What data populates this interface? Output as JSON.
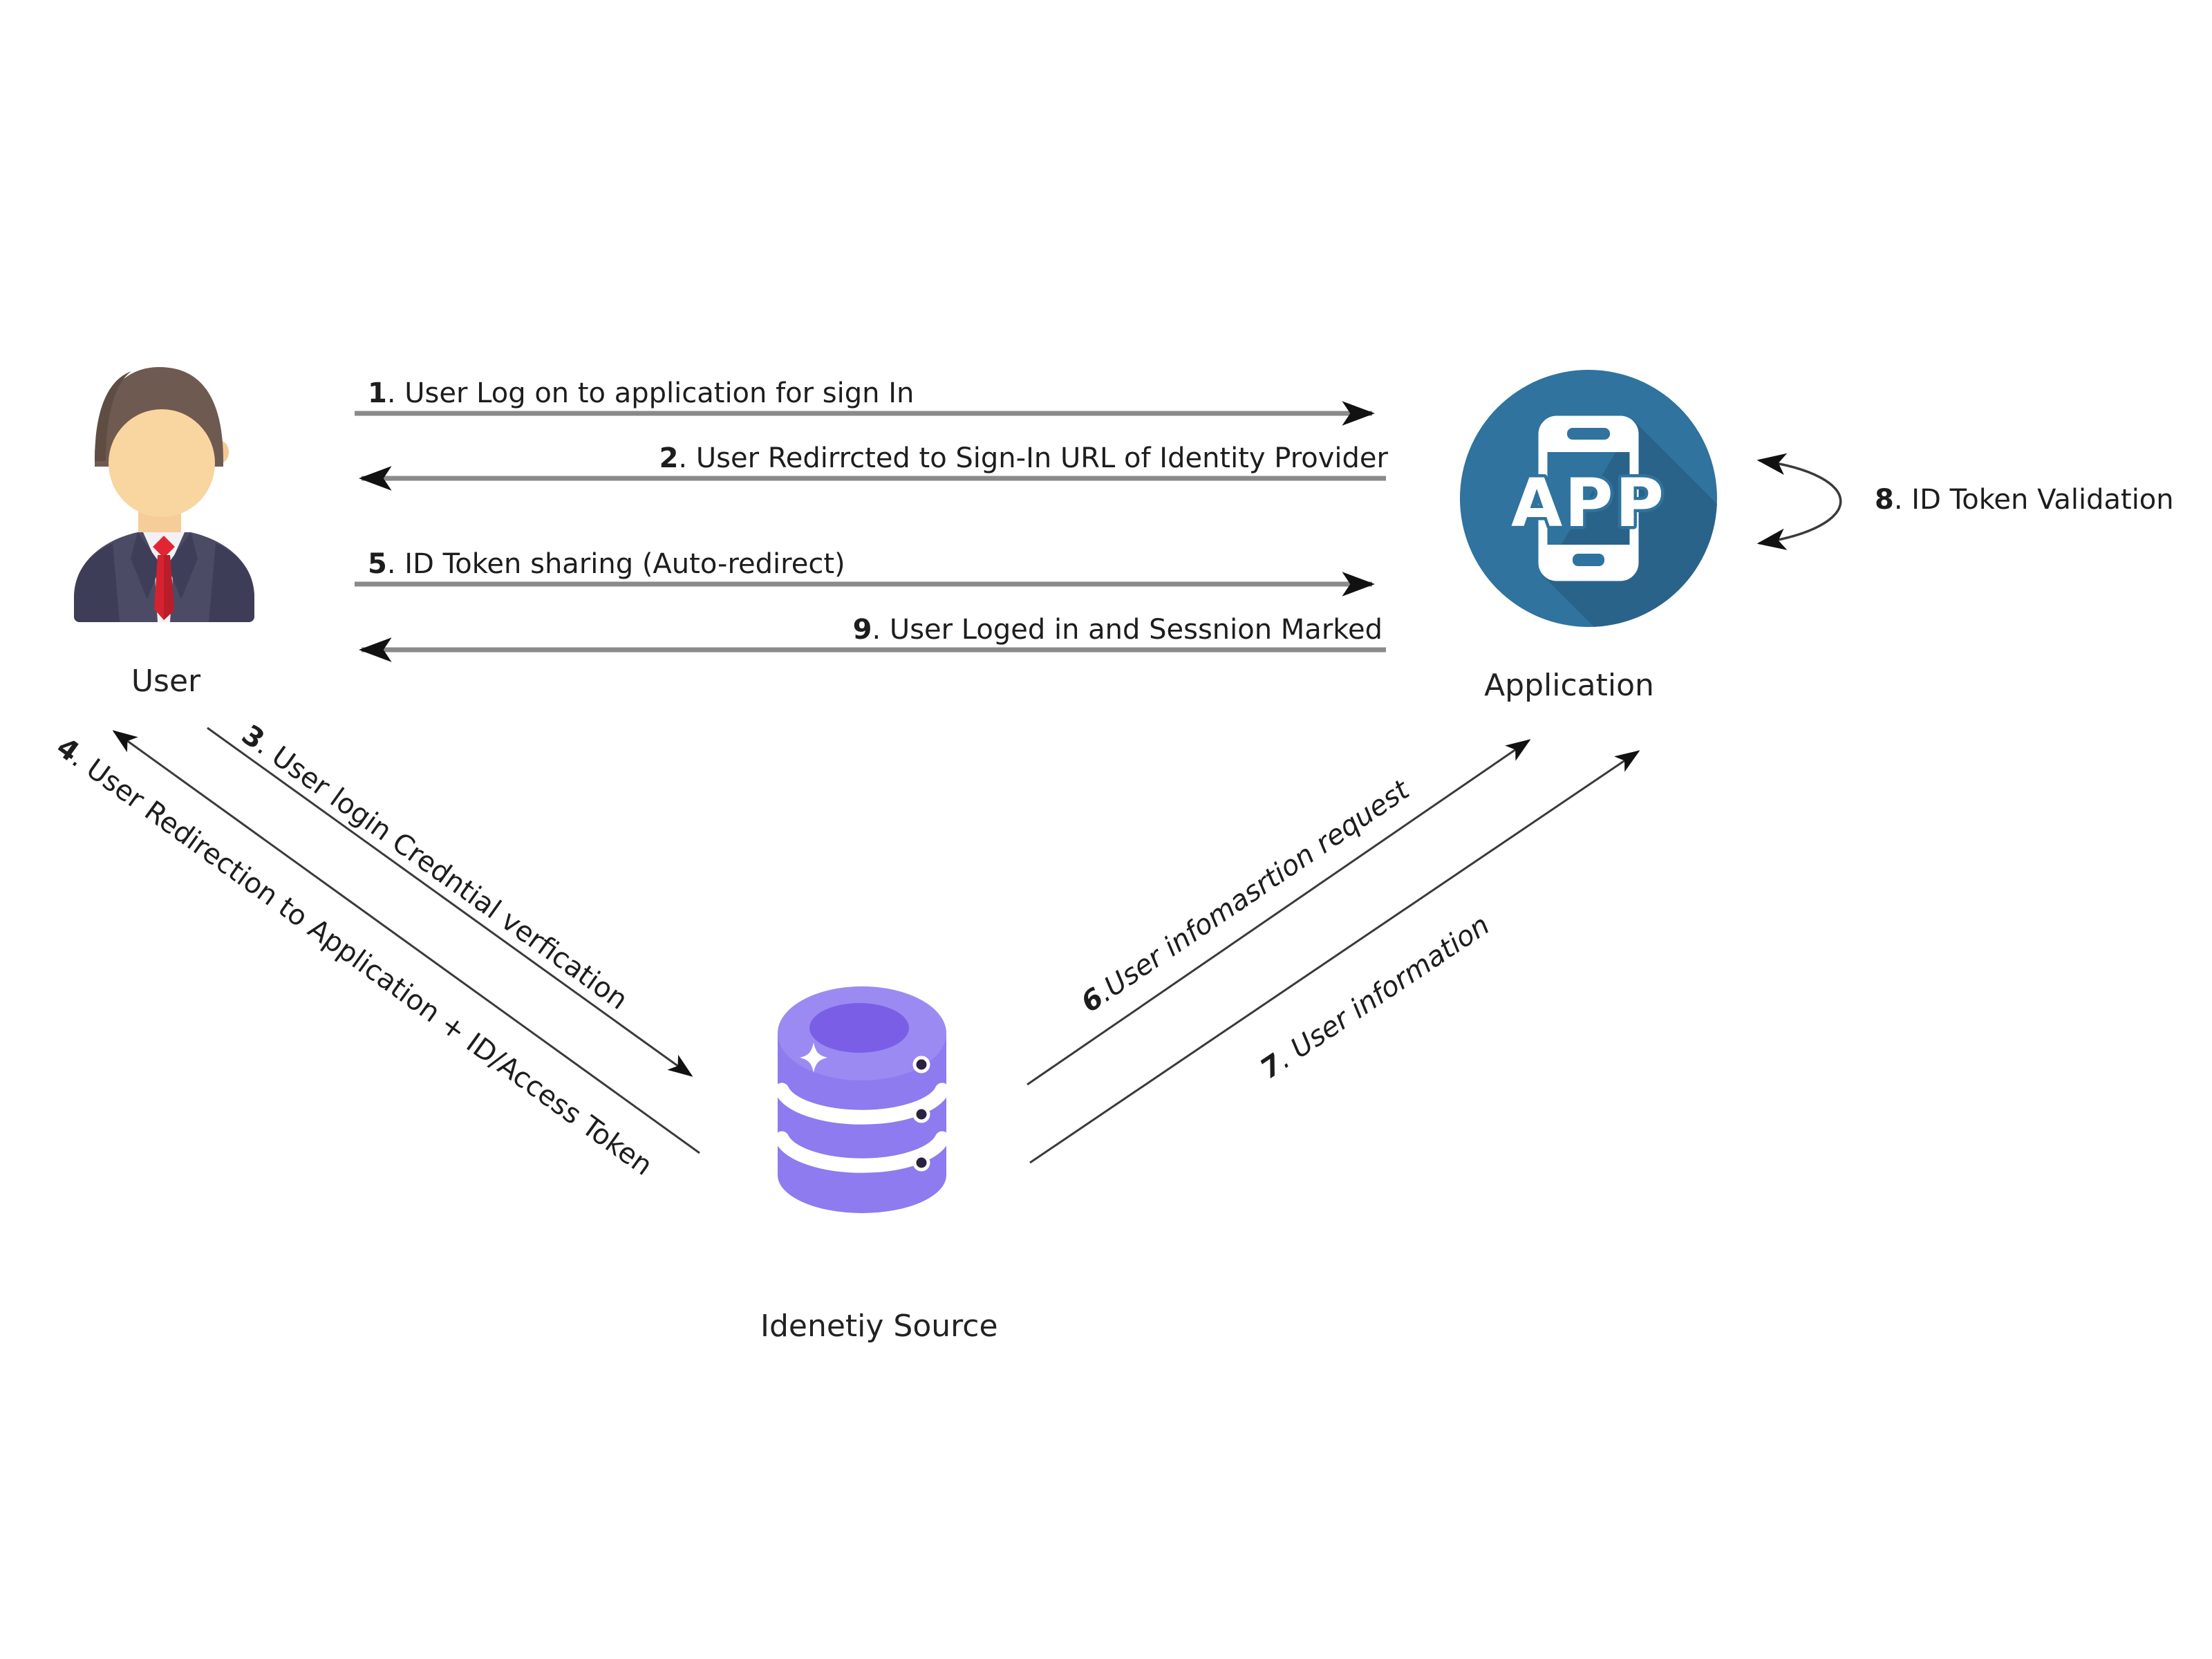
{
  "diagram": {
    "title": "SSO sign-in sequence diagram",
    "nodes": {
      "user": {
        "label": "User",
        "icon": "businessman-avatar-icon"
      },
      "application": {
        "label": "Application",
        "icon": "app-phone-icon",
        "icon_text": "APP"
      },
      "identity_source": {
        "label": "Idenetiy Source",
        "icon": "database-icon"
      }
    },
    "messages": {
      "m1": {
        "num": "1",
        "text": ". User Log on to application for sign In",
        "from": "user",
        "to": "application"
      },
      "m2": {
        "num": "2",
        "text": ". User Redirrcted to Sign-In URL of Identity Provider",
        "from": "application",
        "to": "user"
      },
      "m3": {
        "num": "3",
        "text": ". User login Credntial verfication",
        "from": "user",
        "to": "identity_source"
      },
      "m4": {
        "num": "4",
        "text": ". User Redirection to Application + ID/Access Token",
        "from": "identity_source",
        "to": "user"
      },
      "m5": {
        "num": "5",
        "text": ". ID Token sharing (Auto-redirect)",
        "from": "user",
        "to": "application"
      },
      "m6": {
        "num": "6",
        "text": ".User infomasrtion request",
        "from": "identity_source",
        "to": "application"
      },
      "m7": {
        "num": "7",
        "text": ". User information",
        "from": "identity_source",
        "to": "application"
      },
      "m8": {
        "num": "8",
        "text": ". ID Token Validation",
        "from": "application",
        "to": "application"
      },
      "m9": {
        "num": "9",
        "text": ". User Loged in and Sessnion Marked",
        "from": "application",
        "to": "user"
      }
    },
    "colors": {
      "app_circle_blue": "#2f739e",
      "app_shadow_blue": "#29638a",
      "db_purple": "#8d7bef",
      "db_purple_light": "#9c8af3",
      "db_purple_dark": "#7a5fe6",
      "db_dot_navy": "#2a2240",
      "suit_navy": "#4b4b66",
      "tie_red": "#dd2430",
      "skin_tone": "#f9d5a0",
      "hair_brown": "#6e5a50",
      "arrow_gray": "#8a8a8a",
      "arrow_dark": "#3a3a3a",
      "text_black": "#1d1d1d"
    }
  }
}
